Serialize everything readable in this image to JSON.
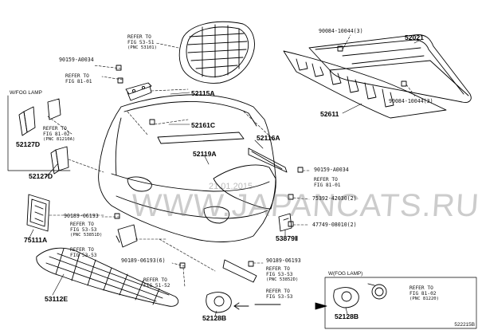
{
  "diagram": {
    "diagram_code": "522215B",
    "watermark": {
      "site": "WWW.JAPANCATS.RU",
      "date": "21.01.2015"
    },
    "fog_lamp_tags": [
      "W/FOG LAMP",
      "W(FOG LAMP)"
    ],
    "parts": {
      "p52021": "52021",
      "p52611": "52611",
      "p52115A": "52115A",
      "p52161C": "52161C",
      "p52116A": "52116A",
      "p52119A": "52119A",
      "p52127D_a": "52127D",
      "p52127D_b": "52127D",
      "p75111A": "75111A",
      "p53112E": "53112E",
      "p53879": "53879Ⅱ",
      "p52128B_a": "52128B",
      "p52128B_b": "52128B"
    },
    "fasteners": {
      "f90084_top": "90084-10044(3)",
      "f90084_bot": "90084-10044(3)",
      "f90159_top": "90159-A0034",
      "f90159_mid": "90159-A0034",
      "f75392": "75392-42030(2)",
      "f47749": "47749-08010(2)",
      "f90189_a": "90189-06193",
      "f90189_b": "90189-06193(6)",
      "f90189_c": "90189-06193"
    },
    "refs": {
      "r1": {
        "line1": "REFER TO",
        "line2": "FIG 53-51",
        "line3": "(PNC 53101)"
      },
      "r2": {
        "line1": "REFER TO",
        "line2": "FIG 81-01"
      },
      "r3": {
        "line1": "REFER TO",
        "line2": "FIG 81-02",
        "line3": "(PNC 81210A)"
      },
      "r4": {
        "line1": "REFER TO",
        "line2": "FIG 81-01"
      },
      "r5": {
        "line1": "REFER TO",
        "line2": "FIG 53-53",
        "line3": "(PNC 53851D)"
      },
      "r6": {
        "line1": "REFER TO",
        "line2": "FIG 53-53"
      },
      "r7": {
        "line1": "REFER TO",
        "line2": "FIG 51-52"
      },
      "r8": {
        "line1": "REFER TO",
        "line2": "FIG 53-53",
        "line3": "(PNC 53852D)"
      },
      "r9": {
        "line1": "REFER TO",
        "line2": "FIG 53-53"
      },
      "r10": {
        "line1": "REFER TO",
        "line2": "FIG 81-02",
        "line3": "(PNC 81220)"
      }
    }
  }
}
